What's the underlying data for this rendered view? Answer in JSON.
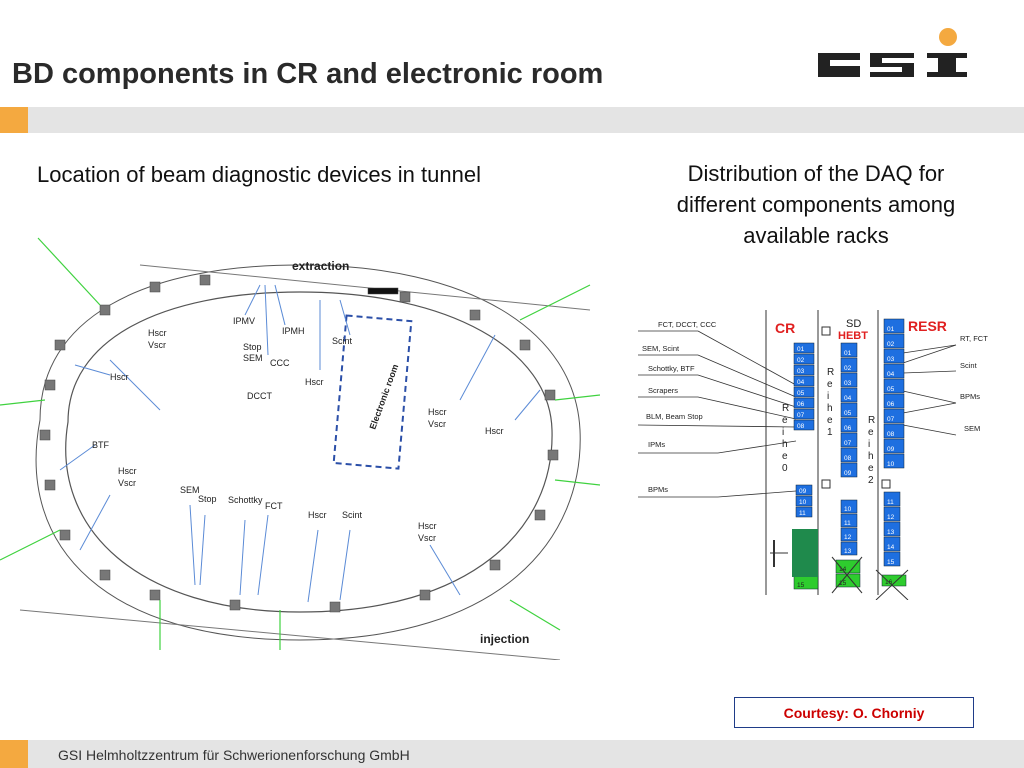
{
  "slide": {
    "title": "BD components in CR and electronic room",
    "subtitle_left": "Location of beam diagnostic devices in tunnel",
    "subtitle_right": "Distribution of the DAQ for different components among available racks",
    "courtesy": "Courtesy: O. Chorniy",
    "footer": "GSI Helmholtzzentrum für Schwerionenforschung GmbH",
    "logo_text": "GSI"
  },
  "colors": {
    "accent_orange": "#f4a940",
    "band_gray": "#e4e4e4",
    "rack_blue": "#1e6fe0",
    "rack_green": "#2ecc2e",
    "rack_darkgreen": "#1f8a4c",
    "label_red": "#e02020",
    "green_line": "#3fd23f",
    "ring_blue": "#2b4fa8"
  },
  "ring": {
    "extraction": "extraction",
    "injection": "injection",
    "electronic_room": "Electronic room",
    "labels": {
      "ipmv": "IPMV",
      "ipmh": "IPMH",
      "stop_top": "Stop",
      "sem_top": "SEM",
      "ccc": "CCC",
      "dcct": "DCCT",
      "scint_top": "Scint",
      "hscr_top": "Hscr",
      "hscr_1": "Hscr",
      "vscr_1": "Vscr",
      "hscr_2": "Hscr",
      "btf": "BTF",
      "hscr_3": "Hscr",
      "vscr_3": "Vscr",
      "sem_bot": "SEM",
      "stop_bot": "Stop",
      "schottky": "Schottky",
      "fct": "FCT",
      "hscr_bot": "Hscr",
      "scint_bot": "Scint",
      "hscr_4": "Hscr",
      "vscr_4": "Vscr",
      "hscr_r1": "Hscr",
      "vscr_r1": "Vscr",
      "hscr_r2": "Hscr"
    }
  },
  "racks": {
    "cr": "CR",
    "sd": "SD",
    "hebt": "HEBT",
    "resr": "RESR",
    "reihe0": [
      "R",
      "e",
      "i",
      "h",
      "e",
      "0"
    ],
    "reihe1": [
      "R",
      "e",
      "i",
      "h",
      "e",
      "1"
    ],
    "reihe2": [
      "R",
      "e",
      "i",
      "h",
      "e",
      "2"
    ],
    "left_labels": [
      "FCT, DCCT, CCC",
      "SEM, Scint",
      "Schottky, BTF",
      "Scrapers",
      "BLM, Beam Stop",
      "IPMs",
      "BPMs"
    ],
    "right_labels": [
      "RT, FCT",
      "Scint",
      "BPMs",
      "SEM"
    ],
    "col0_top": [
      "01",
      "02",
      "03",
      "04",
      "05",
      "06",
      "07",
      "08"
    ],
    "col0_bottom": [
      "09",
      "10",
      "11"
    ],
    "col0_green": [
      "15"
    ],
    "col1_top": [
      "01",
      "02",
      "03",
      "04",
      "05",
      "06",
      "07",
      "08",
      "09"
    ],
    "col1_bottom": [
      "10",
      "11",
      "12",
      "13"
    ],
    "col1_green": [
      "14",
      "15"
    ],
    "col2_top": [
      "01",
      "02",
      "03",
      "04",
      "05",
      "06",
      "07",
      "08",
      "09",
      "10"
    ],
    "col2_bottom": [
      "11",
      "12",
      "13",
      "14",
      "15"
    ],
    "col2_green": [
      "16"
    ]
  }
}
